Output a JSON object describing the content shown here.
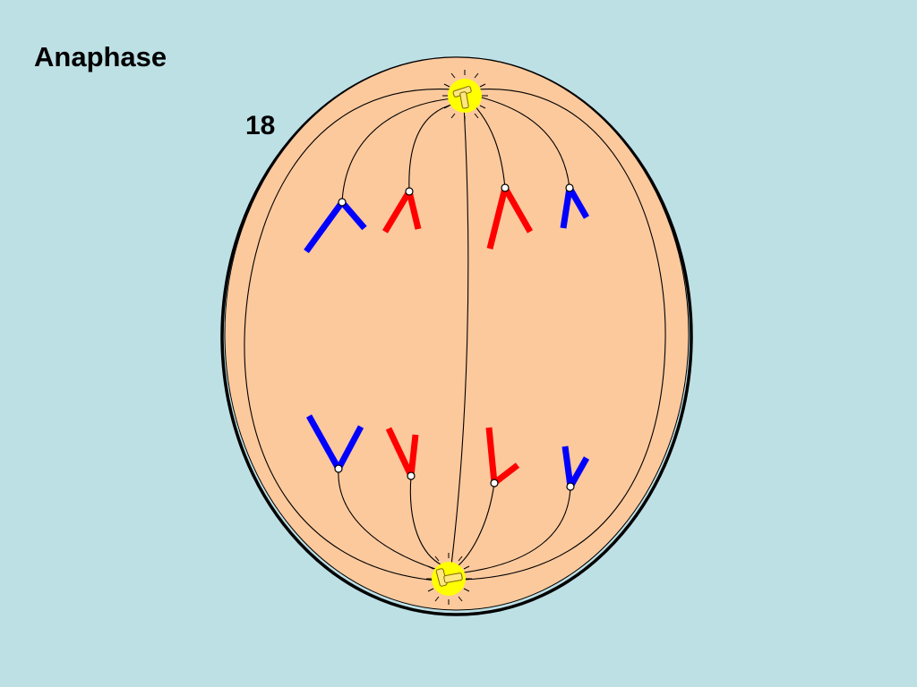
{
  "slide": {
    "title": "Anaphase",
    "number": "18"
  },
  "colors": {
    "background": "#bde0e5",
    "cell_fill": "#fcc99d",
    "cell_outline": "#000000",
    "centrosome": "#ffff00",
    "chromosome_red": "#ff0000",
    "chromosome_blue": "#0000ff"
  },
  "diagram": {
    "type": "cell-division-anaphase",
    "poles": [
      "top",
      "bottom"
    ],
    "chromosome_pairs": 4
  }
}
